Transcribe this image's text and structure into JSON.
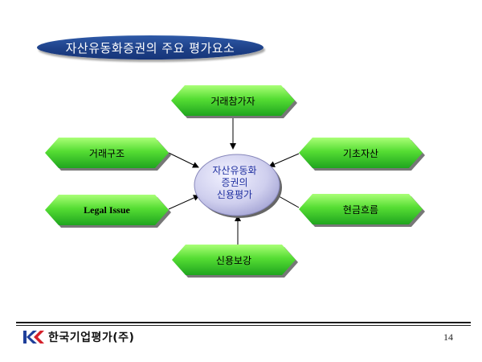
{
  "title": "자산유동화증권의 주요 평가요소",
  "center": {
    "lines": [
      "자산유동화",
      "증권의",
      "신용평가"
    ]
  },
  "nodes": {
    "top": "거래참가자",
    "left_top": "거래구조",
    "left_bottom": "Legal Issue",
    "right_top": "기초자산",
    "right_bottom": "현금흐름",
    "bottom": "신용보강"
  },
  "colors": {
    "node_fill": "#33cc33",
    "node_highlight": "#99ff66",
    "title_fill": "#1d3f86",
    "center_fill": "#c9c9ee",
    "center_text": "#1f2fa0"
  },
  "footer": {
    "company": "한국기업평가(주)",
    "logo_icon": "kr-logo-icon",
    "page_number": "14"
  }
}
